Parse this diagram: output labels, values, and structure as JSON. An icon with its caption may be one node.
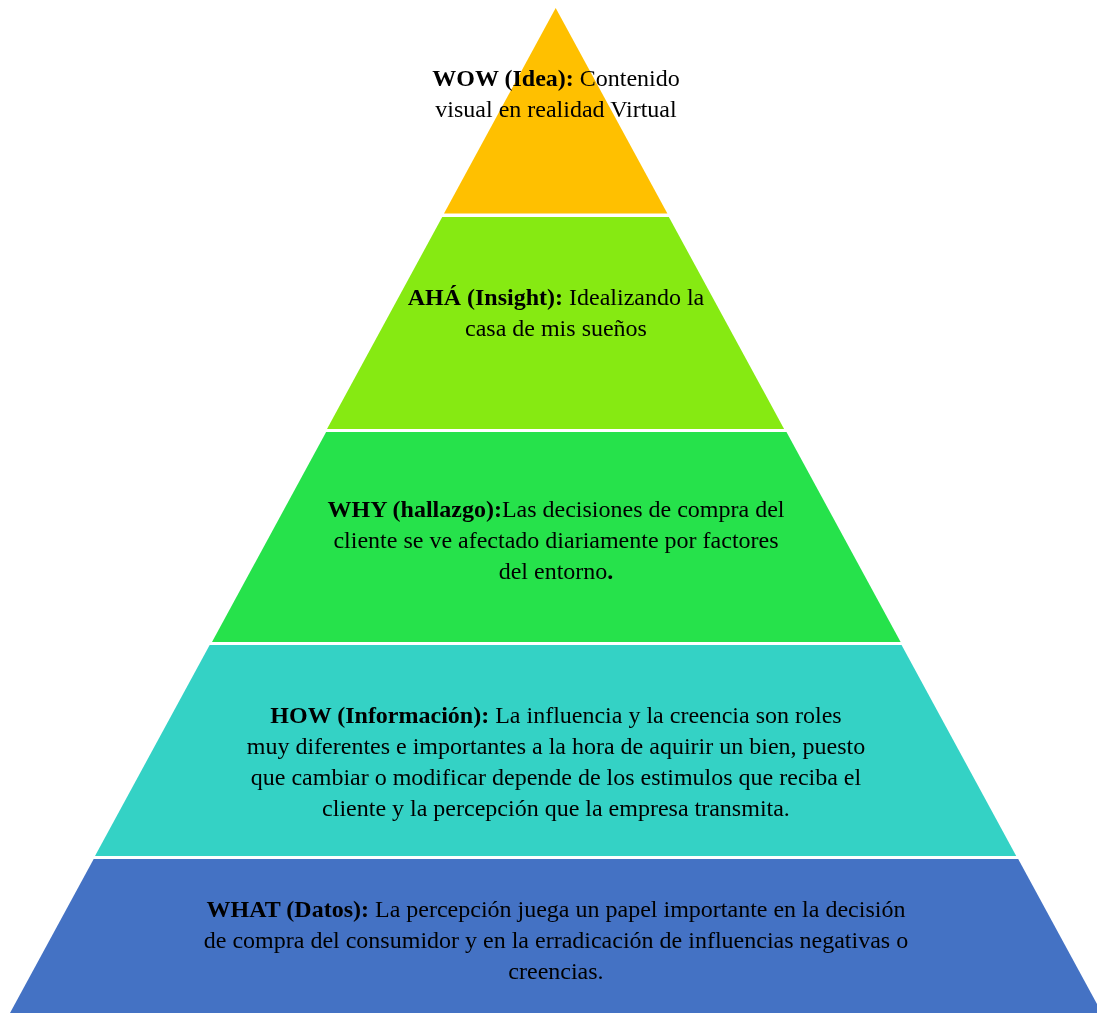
{
  "diagram": {
    "nodes": [
      {
        "text": [
          "**WOW (Idea):** Contenido visual en realidad Virtual"
        ]
      },
      {
        "text": [
          "**AHÁ (Insight):** Idealizando la casa de mis sueños"
        ]
      },
      {
        "text": [
          "**WHY (hallazgo):**Las decisiones de compra del cliente se ve afectado diariamente por factores del entorno**.**"
        ]
      },
      {
        "text": [
          "**HOW (Información):** La influencia y la creencia son roles muy diferentes e importantes a la hora de aquirir un bien, puesto que cambiar o modificar depende de los estimulos que reciba el cliente y la percepción que la empresa transmita."
        ]
      },
      {
        "text": [
          "**WHAT (Datos):** La percepción juega un papel importante en la decisión de compra del consumidor y en la erradicación de influencias negativas o creencias."
        ]
      }
    ]
  }
}
